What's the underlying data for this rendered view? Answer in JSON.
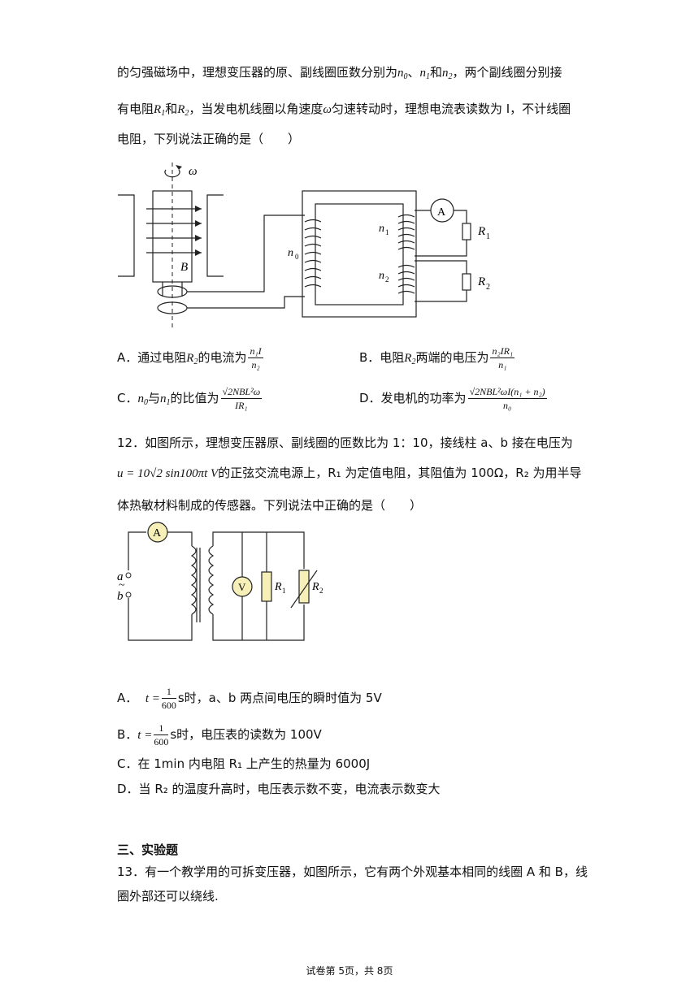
{
  "q11": {
    "intro_line1": "的匀强磁场中，理想变压器的原、副线圈匝数分别为",
    "intro_n0": "n",
    "intro_sep1": "、",
    "intro_sep2": "和",
    "intro_tail1": "，两个副线圈分别接",
    "intro_line2_a": "有电阻",
    "intro_line2_b": "和",
    "intro_line2_c": "，当发电机线圈以角速度",
    "intro_omega": "ω",
    "intro_line2_d": "匀速转动时，理想电流表读数为 I，不计线圈",
    "intro_line3": "电阻，下列说法正确的是（　　）",
    "fig_omega": "ω",
    "fig_B": "B",
    "fig_A": "A",
    "fig_n0": "n",
    "fig_n1": "n",
    "fig_n2": "n",
    "fig_R1": "R",
    "fig_R2": "R",
    "optA_prefix": "A．通过电阻",
    "optA_mid": "的电流为",
    "optA_num": "n₁I",
    "optA_den": "n₂",
    "optB_prefix": "B．电阻",
    "optB_mid": "两端的电压为",
    "optB_num": "n₂IR₁",
    "optB_den": "n₁",
    "optC_prefix": "C．",
    "optC_mid1": "与",
    "optC_mid2": "的比值为",
    "optC_num": "√2NBL²ω",
    "optC_den": "IR₁",
    "optD_prefix": "D．发电机的功率为",
    "optD_num": "√2NBL²ωI(n₁ + n₂)",
    "optD_den": "n₀"
  },
  "q12": {
    "line1": "12．如图所示，理想变压器原、副线圈的匝数比为 1：10，接线柱 a、b 接在电压为",
    "line2_formula": "u = 10√2 sin100πt V",
    "line2_text": "的正弦交流电源上，R₁ 为定值电阻，其阻值为 100Ω，R₂ 为用半导",
    "line3": "体热敏材料制成的传感器。下列说法中正确的是（　　）",
    "fig_A": "A",
    "fig_V": "V",
    "fig_a": "a",
    "fig_b": "b",
    "fig_tilde": "~",
    "fig_R1": "R",
    "fig_R2": "R",
    "optA_prefix": "A．",
    "optA_t": "t =",
    "optA_num": "1",
    "optA_den": "600",
    "optA_text": "s时，a、b 两点间电压的瞬时值为 5V",
    "optB_prefix": "B．",
    "optB_t": "t =",
    "optB_num": "1",
    "optB_den": "600",
    "optB_text": "s时，电压表的读数为 100V",
    "optC": "C．在 1min 内电阻 R₁ 上产生的热量为 6000J",
    "optD": "D．当 R₂ 的温度升高时，电压表示数不变，电流表示数变大"
  },
  "section3": {
    "title": "三、实验题",
    "q13_line1": "13．有一个教学用的可拆变压器，如图所示，它有两个外观基本相同的线圈 A 和 B，线",
    "q13_line2": "圈外部还可以绕线."
  },
  "footer": {
    "page": "试卷第 5页，共 8页"
  }
}
